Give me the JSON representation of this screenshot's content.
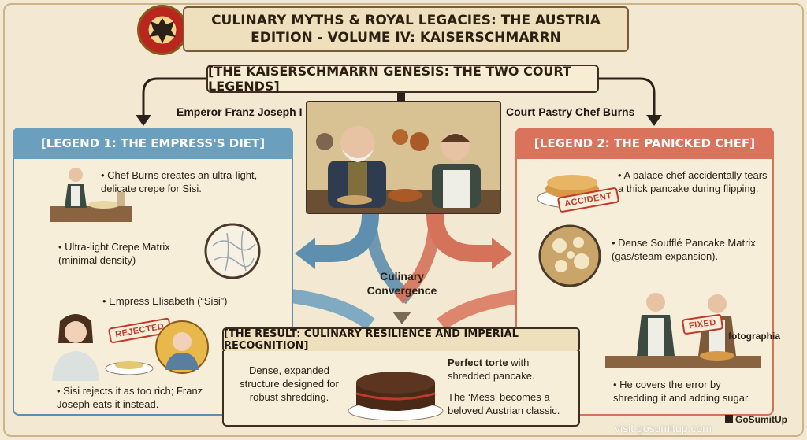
{
  "title": "CULINARY MYTHS & ROYAL LEGACIES: THE AUSTRIA EDITION - VOLUME IV: KAISERSCHMARRN",
  "genesis_banner": "[THE KAISERSCHMARRN GENESIS: THE TWO COURT LEGENDS]",
  "figures": {
    "left_label": "Emperor Franz Joseph I",
    "right_label": "Court Pastry Chef Burns"
  },
  "center_label": "Culinary Convergence",
  "legend1": {
    "header": "[LEGEND 1: THE EMPRESS'S DIET]",
    "bullet1": "• Chef Burns creates an ultra-light, delicate crepe for Sisi.",
    "bullet2": "• Ultra-light Crepe Matrix (minimal density)",
    "bullet3": "• Empress Elisabeth (“Sisi”)",
    "stamp": "REJECTED",
    "bullet4": "• Sisi rejects it as too rich; Franz Joseph eats it instead."
  },
  "legend2": {
    "header": "[LEGEND 2: THE PANICKED CHEF]",
    "stamp": "ACCIDENT",
    "bullet1": "• A palace chef accidentally tears a thick pancake during flipping.",
    "bullet2": "• Dense Soufflé Pancake Matrix (gas/steam expansion).",
    "stamp2": "FIXED",
    "bullet3": "• He covers the error by shredding it and adding sugar."
  },
  "result": {
    "header": "[THE RESULT: CULINARY RESILIENCE AND IMPERIAL RECOGNITION]",
    "left_text": "Dense, expanded structure designed for robust shredding.",
    "bold": "Perfect torte",
    "bold_rest": " with shredded pancake.",
    "note": "The ‘Mess’ becomes a beloved Austrian classic."
  },
  "watermark": {
    "fotographia": "fotographia",
    "brand": "GoSumitUp",
    "url": "visit gosumitup.com"
  },
  "colors": {
    "blue": "#6a9fbd",
    "coral": "#d9735b",
    "cream": "#f3e9d3"
  }
}
